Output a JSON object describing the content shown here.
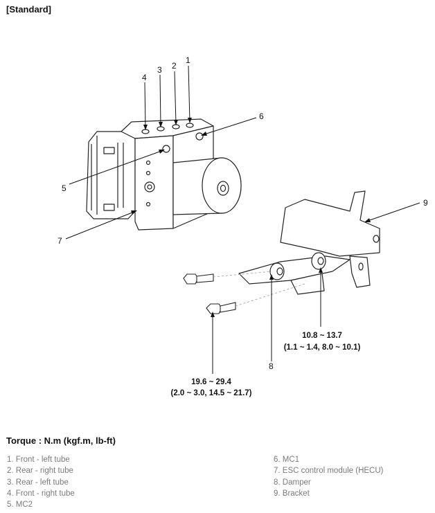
{
  "heading": "[Standard]",
  "callouts": [
    "1",
    "2",
    "3",
    "4",
    "5",
    "6",
    "7",
    "8",
    "9"
  ],
  "torque_specs": {
    "bracket_nut": {
      "line1": "10.8 ~ 13.7",
      "line2": "(1.1 ~ 1.4, 8.0 ~ 10.1)"
    },
    "bracket_bolt": {
      "line1": "19.6 ~ 29.4",
      "line2": "(2.0 ~ 3.0, 14.5 ~ 21.7)"
    }
  },
  "torque_unit": "Torque : N.m (kgf.m, lb-ft)",
  "legend_left": [
    "1. Front - left tube",
    "2. Rear - right tube",
    "3. Rear - left tube",
    "4. Front - right tube",
    "5. MC2"
  ],
  "legend_right": [
    "6. MC1",
    "7. ESC control module (HECU)",
    "8. Damper",
    "9. Bracket"
  ]
}
